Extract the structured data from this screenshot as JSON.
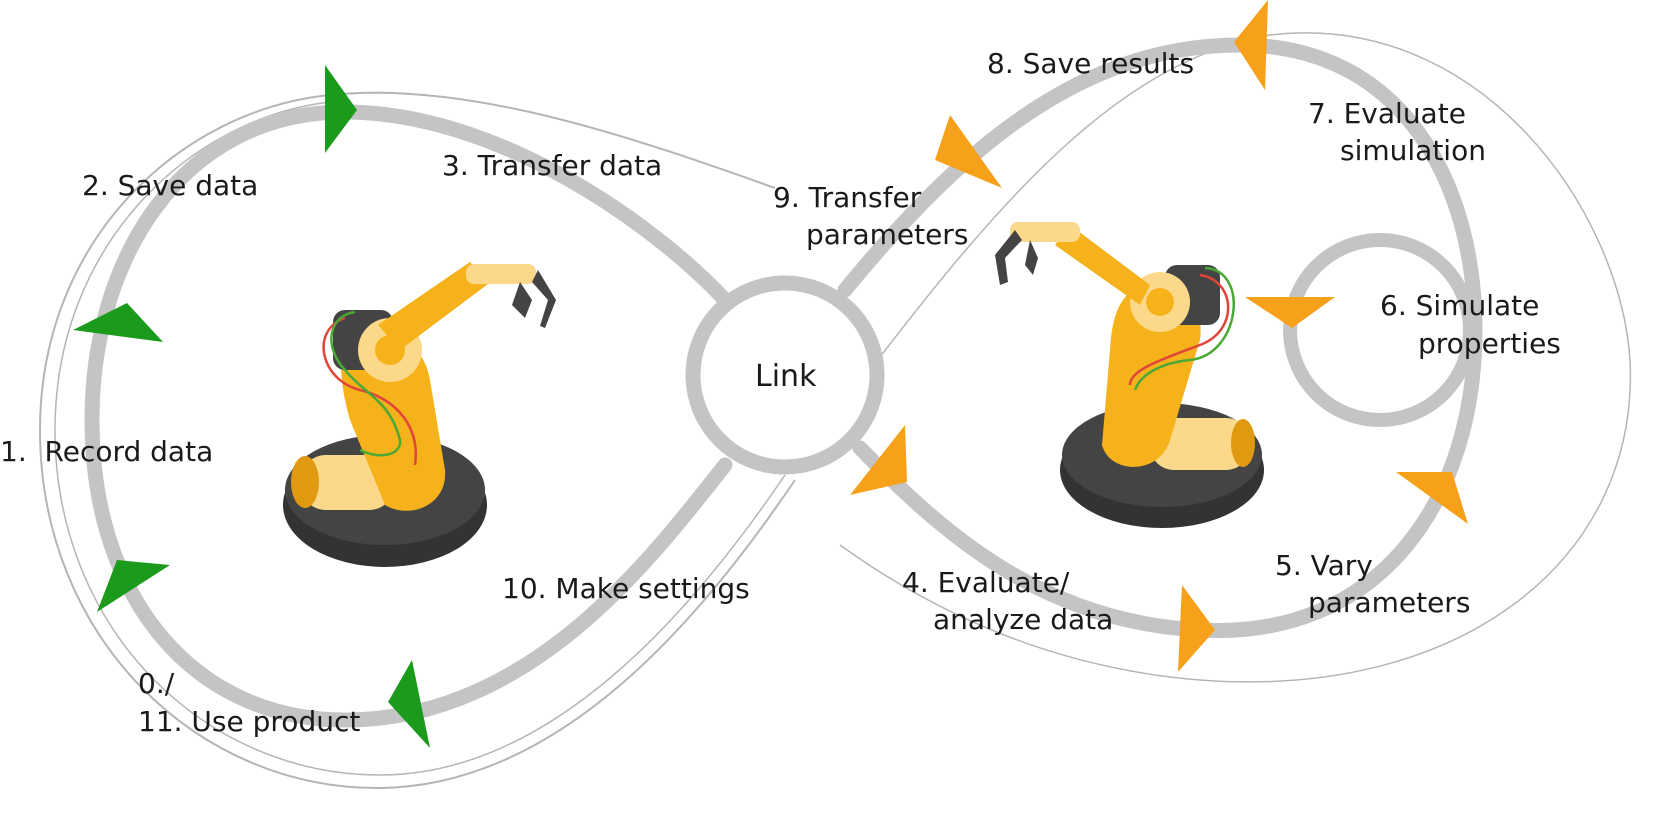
{
  "center_label": "Link",
  "steps": {
    "s0": "0./",
    "s1": "1.  Record data",
    "s2": "2. Save data",
    "s3": "3. Transfer data",
    "s4a": "4. Evaluate/",
    "s4b": "analyze data",
    "s5a": "5. Vary",
    "s5b": "parameters",
    "s6a": "6. Simulate",
    "s6b": "properties",
    "s7a": "7. Evaluate",
    "s7b": "simulation",
    "s8": "8. Save results",
    "s9a": "9. Transfer",
    "s9b": "parameters",
    "s10": "10. Make settings",
    "s11": "11. Use product"
  },
  "colors": {
    "loop": "#c4c4c4",
    "thin_loop": "#b5b5b5",
    "left_arrows": "#1b9a1b",
    "right_arrows": "#f7a11a",
    "robot_body": "#f5b21b",
    "robot_shade": "#e09a12",
    "robot_light": "#fcd98a",
    "robot_base": "#333333",
    "robot_dark": "#444444",
    "wire_red": "#e0453a",
    "wire_green": "#4aa834"
  },
  "icons": [
    "robot-arm-left",
    "robot-arm-right",
    "direction-arrow"
  ]
}
